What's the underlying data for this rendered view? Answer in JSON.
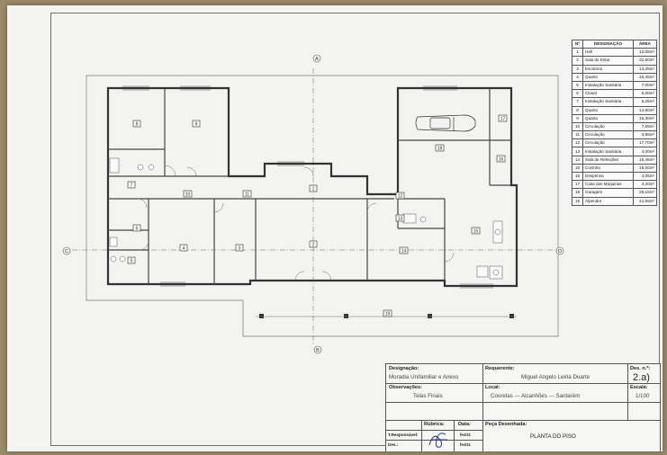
{
  "plan": {
    "axis_labels": {
      "top": "A",
      "bottom": "B",
      "left": "C",
      "right": "D"
    },
    "room_numbers": [
      "1",
      "2",
      "3",
      "4",
      "5",
      "6",
      "7",
      "8",
      "9",
      "10",
      "11",
      "12",
      "13",
      "14",
      "15",
      "16",
      "17",
      "18",
      "19"
    ]
  },
  "area_table": {
    "headers": {
      "number": "Nº",
      "designation": "DESIGNAÇÃO",
      "area": "ÁREA"
    },
    "rows": [
      {
        "n": "1",
        "name": "Hall",
        "area": "12,05m²"
      },
      {
        "n": "2",
        "name": "Sala de Estar",
        "area": "32,50m²"
      },
      {
        "n": "3",
        "name": "Escritório",
        "area": "13,25m²"
      },
      {
        "n": "4",
        "name": "Quarto",
        "area": "16,35m²"
      },
      {
        "n": "5",
        "name": "Instalação Sanitária",
        "area": "7,00m²"
      },
      {
        "n": "6",
        "name": "Closet",
        "area": "5,00m²"
      },
      {
        "n": "7",
        "name": "Instalação Sanitária",
        "area": "6,25m²"
      },
      {
        "n": "8",
        "name": "Quarto",
        "area": "14,50m²"
      },
      {
        "n": "9",
        "name": "Quarto",
        "area": "15,30m²"
      },
      {
        "n": "10",
        "name": "Circulação",
        "area": "7,65m²"
      },
      {
        "n": "11",
        "name": "Circulação",
        "area": "3,85m²"
      },
      {
        "n": "12",
        "name": "Circulação",
        "area": "17,70m²"
      },
      {
        "n": "13",
        "name": "Instalação Sanitária",
        "area": "4,00m²"
      },
      {
        "n": "14",
        "name": "Sala de Refeições",
        "area": "15,45m²"
      },
      {
        "n": "15",
        "name": "Cozinha",
        "area": "18,00m²"
      },
      {
        "n": "16",
        "name": "Despensa",
        "area": "4,05m²"
      },
      {
        "n": "17",
        "name": "Casa das Máquinas",
        "area": "4,20m²"
      },
      {
        "n": "18",
        "name": "Garagem",
        "area": "29,15m²"
      },
      {
        "n": "19",
        "name": "Alpendre",
        "area": "41,55m²"
      }
    ]
  },
  "title_block": {
    "designacao_label": "Designação:",
    "designacao_value": "Moradia Unifamiliar e Anexo",
    "requerente_label": "Requerente:",
    "requerente_value": "Miguel Angelo Leiria Duarte",
    "des_no_label": "Des. n.º:",
    "des_no_value": "2.a)",
    "observacoes_label": "Observações:",
    "observacoes_value": "Telas Finais",
    "local_label": "Local:",
    "local_value": "Courelas --- Alcanhões --- Santarém",
    "escala_label": "Escala:",
    "escala_value": "1/100",
    "rubrica_label": "Rúbrica:",
    "data_label": "Data:",
    "responsavel_label": "T.Responsável:",
    "des_label": "Des.:",
    "date1": "fev/21",
    "date2": "fev/21",
    "peca_label": "Peça Desenhada:",
    "peca_value": "PLANTA DO PISO"
  }
}
